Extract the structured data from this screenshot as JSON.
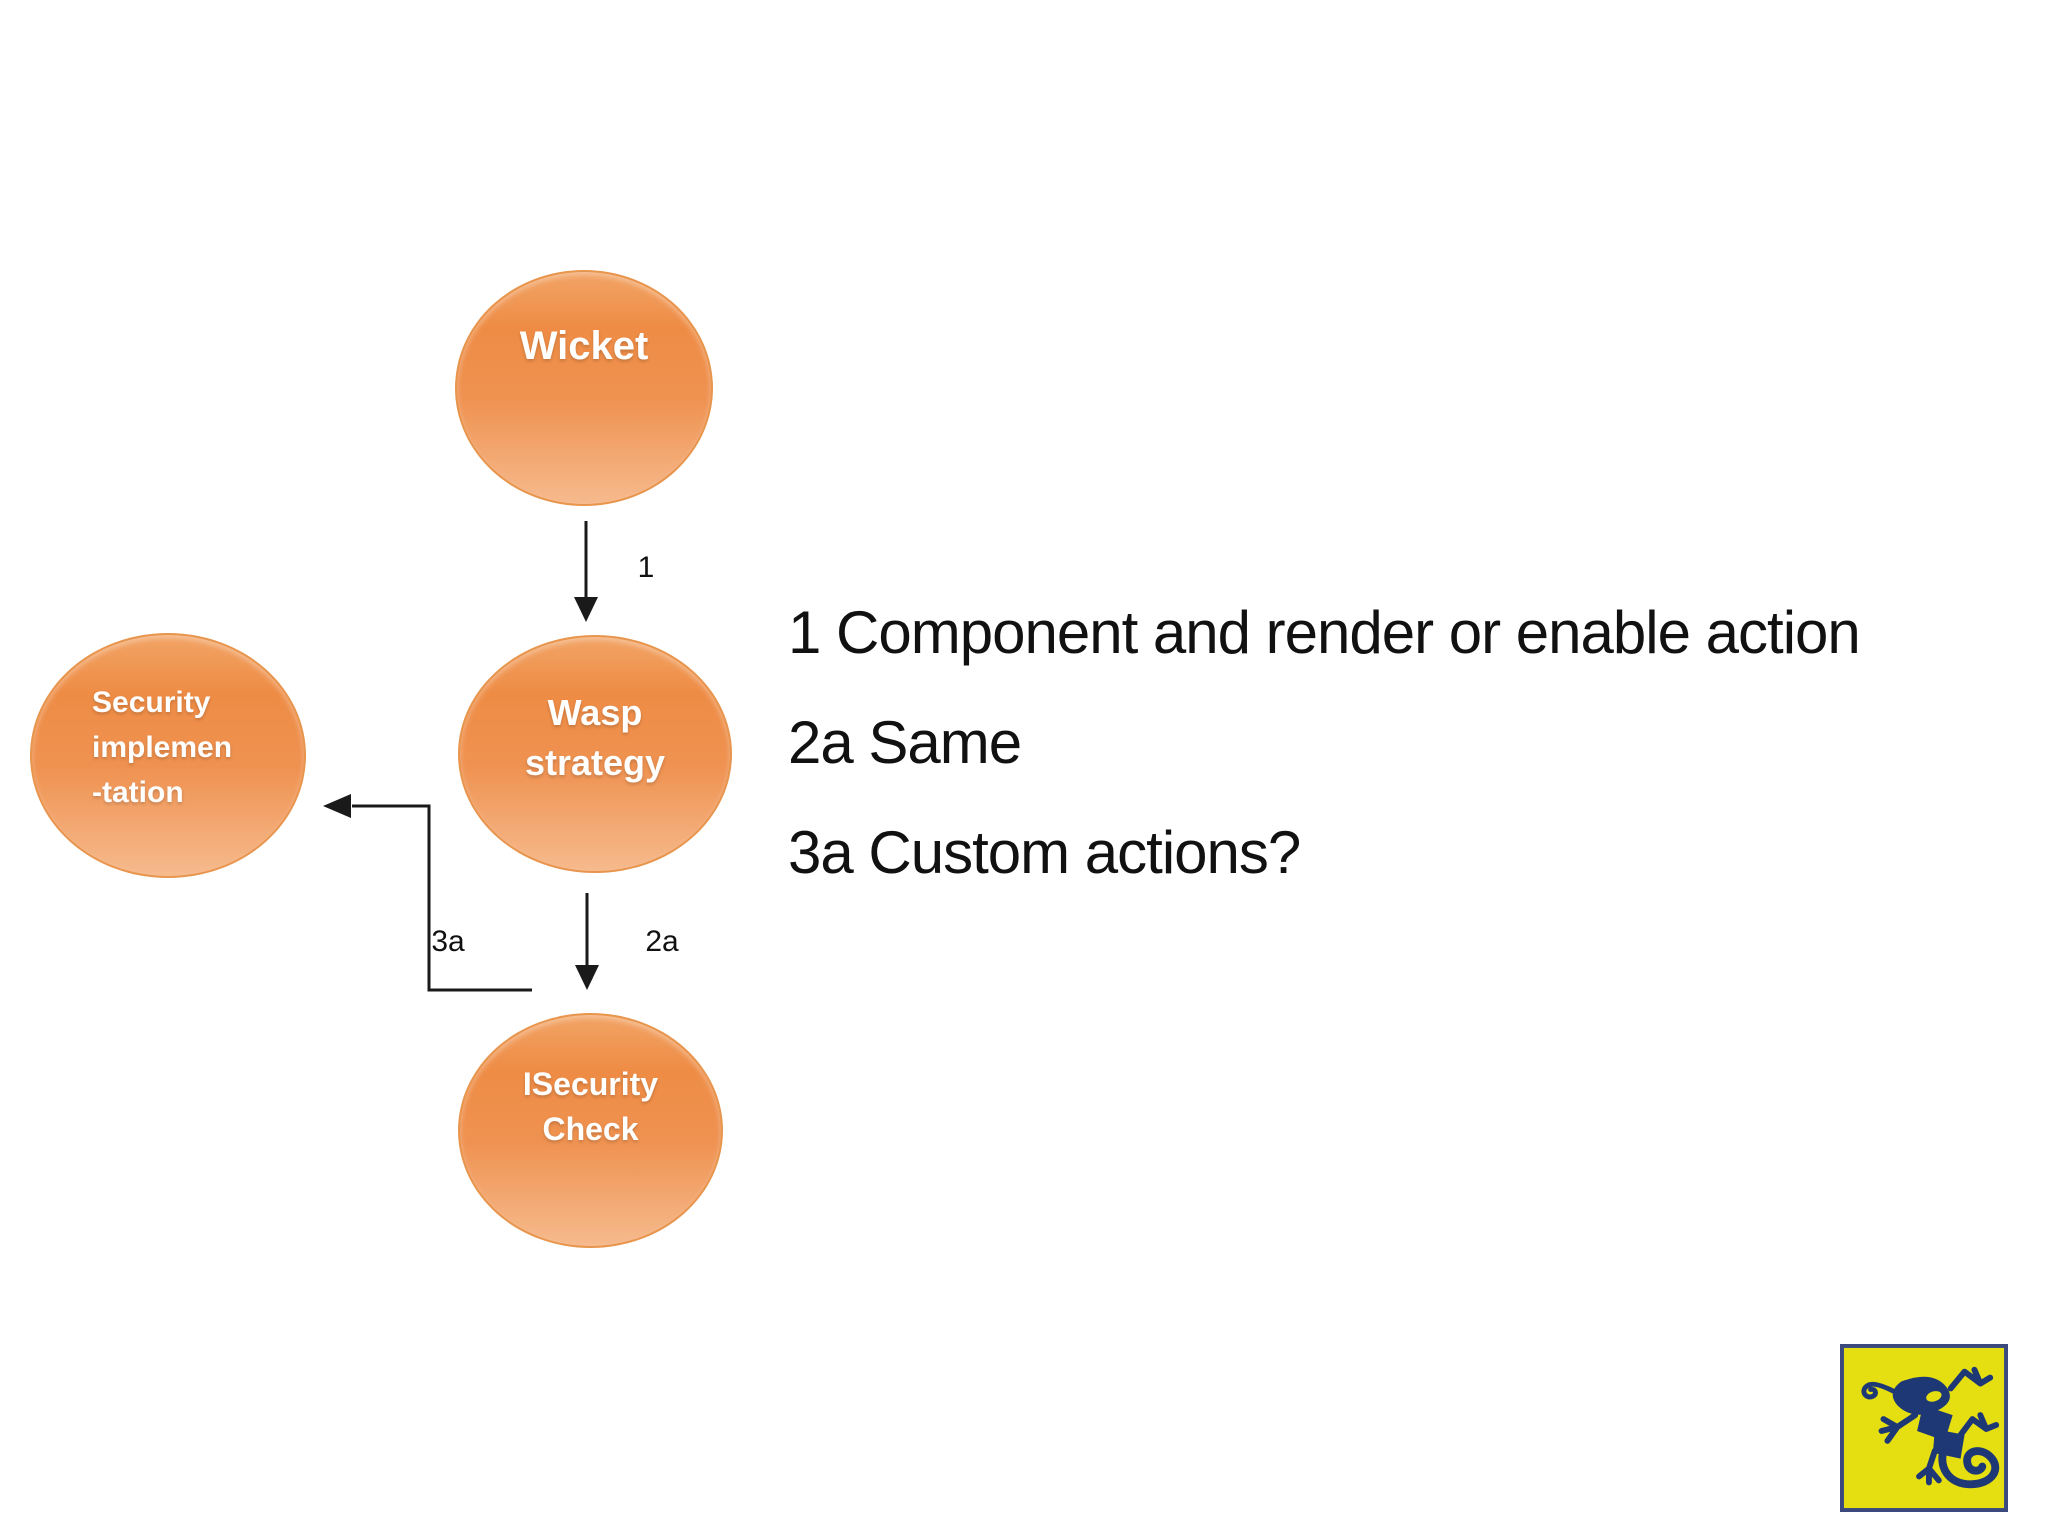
{
  "slide": {
    "background_color": "#FFFFFF"
  },
  "diagram": {
    "nodes": [
      {
        "id": "wicket",
        "label": "Wicket"
      },
      {
        "id": "wasp-strategy",
        "label": "Wasp\nstrategy"
      },
      {
        "id": "security-implementation",
        "label": "Security\nimplemen\n-tation"
      },
      {
        "id": "isecurity-check",
        "label": "ISecurity\nCheck"
      }
    ],
    "edges": [
      {
        "id": "edge-1",
        "label": "1",
        "from": "wicket",
        "to": "wasp-strategy"
      },
      {
        "id": "edge-2a",
        "label": "2a",
        "from": "wasp-strategy",
        "to": "isecurity-check"
      },
      {
        "id": "edge-3a",
        "label": "3a",
        "from": "isecurity-check",
        "to": "security-implementation"
      }
    ],
    "colors": {
      "node_fill_top": "#F2A466",
      "node_fill_mid": "#EE8C45",
      "node_fill_bottom": "#F6BA8D",
      "node_border": "#E8954E",
      "node_text": "#FFFFFF",
      "connector": "#1A1A1A"
    }
  },
  "annotations": {
    "lines": [
      {
        "text": "1 Component and render or enable action"
      },
      {
        "text": "2a Same"
      },
      {
        "text": "3a Custom actions?"
      }
    ],
    "text_color": "#111111"
  },
  "logo": {
    "name": "gecko-logo",
    "background": "#E5DF12",
    "figure_color": "#1E3876",
    "border_color": "#3A497E"
  }
}
